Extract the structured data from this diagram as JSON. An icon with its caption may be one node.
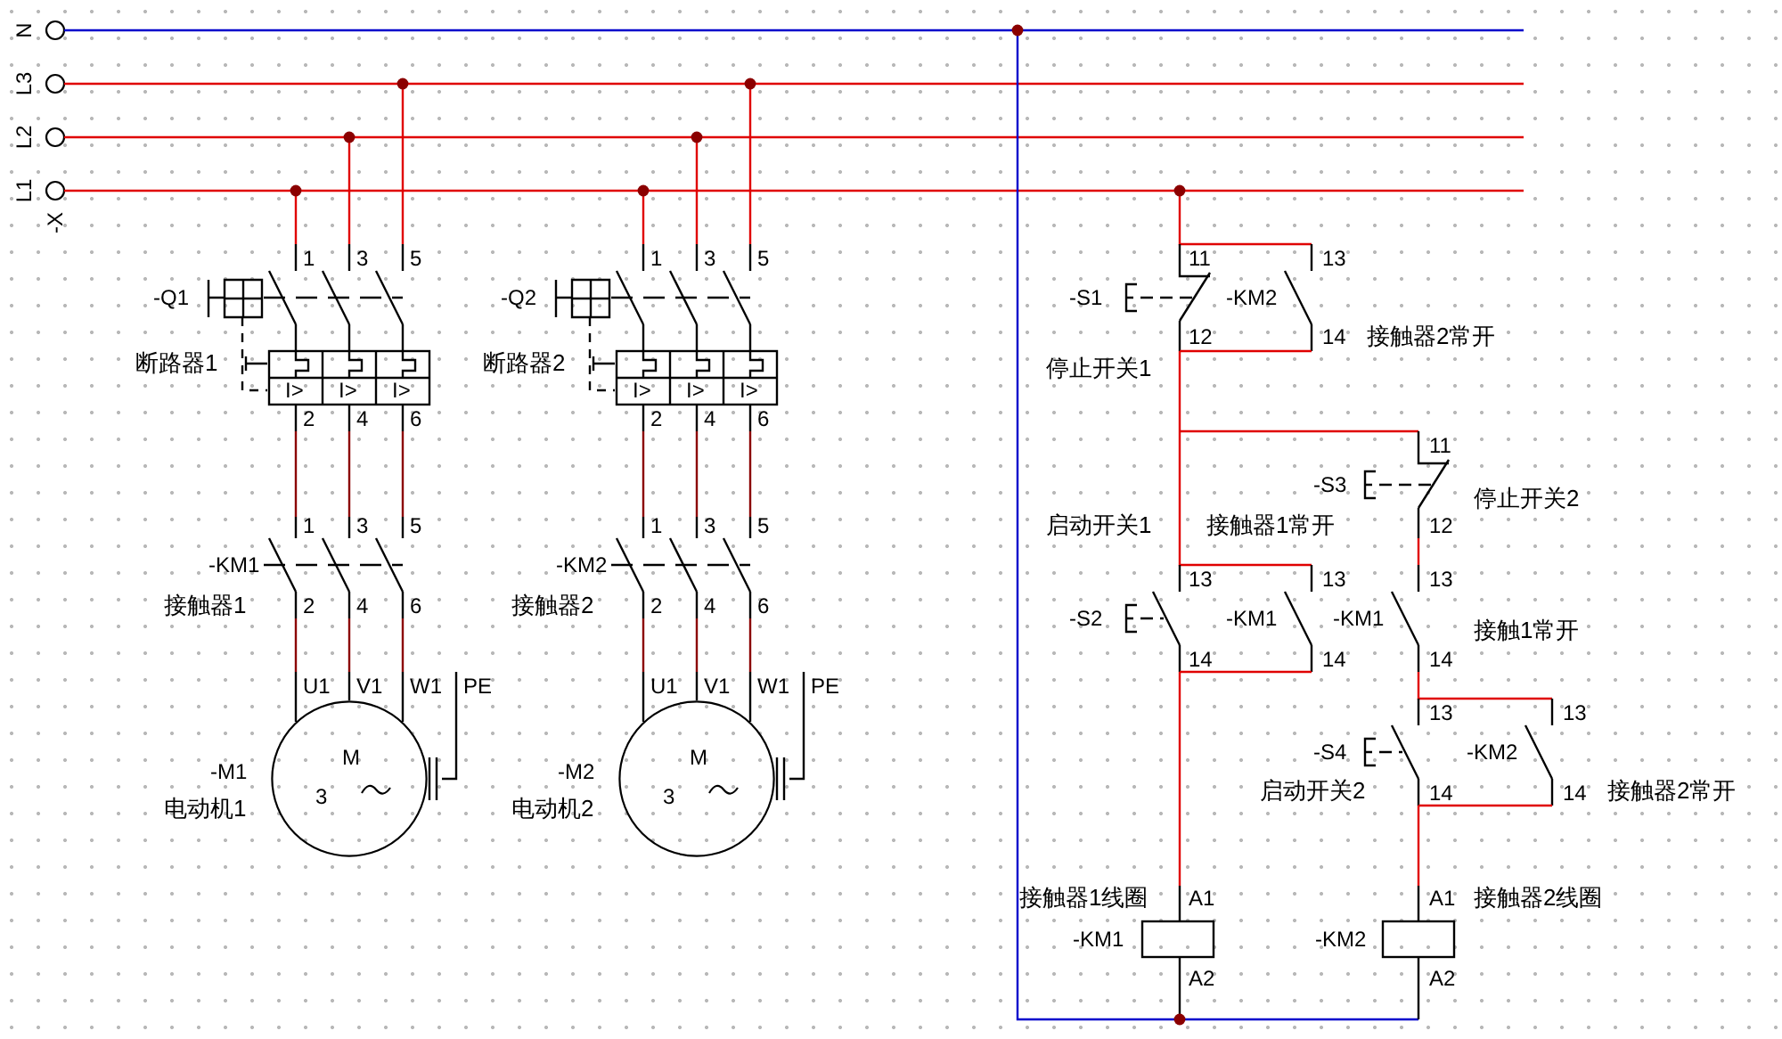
{
  "diagram": {
    "nodes": [
      {
        "text": [
          "M",
          "3"
        ],
        "beside": [
          "-M1",
          "电动机1"
        ]
      },
      {
        "text": [
          "M",
          "3"
        ],
        "beside": [
          "-M2",
          "电动机2"
        ]
      }
    ],
    "labels": [
      "N",
      "L3",
      "L2",
      "L1",
      "-X",
      "1",
      "3",
      "5",
      "-Q1",
      "断路器1",
      "I>",
      "I>",
      "I>",
      "2",
      "4",
      "6",
      "1",
      "3",
      "5",
      "-KM1",
      "接触器1",
      "2",
      "4",
      "6",
      "U1",
      "V1",
      "W1",
      "PE",
      "1",
      "3",
      "5",
      "-Q2",
      "断路器2",
      "I>",
      "I>",
      "I>",
      "2",
      "4",
      "6",
      "1",
      "3",
      "5",
      "-KM2",
      "接触器2",
      "2",
      "4",
      "6",
      "U1",
      "V1",
      "W1",
      "PE",
      "11",
      "13",
      "-S1",
      "-KM2",
      "12",
      "14",
      "接触器2常开",
      "停止开关1",
      "11",
      "-S3",
      "停止开关2",
      "启动开关1",
      "接触器1常开",
      "12",
      "13",
      "13",
      "13",
      "-S2",
      "-KM1",
      "-KM1",
      "接触1常开",
      "14",
      "14",
      "14",
      "13",
      "13",
      "-S4",
      "-KM2",
      "启动开关2",
      "14",
      "14",
      "接触器2常开",
      "接触器1线圈",
      "A1",
      "A1",
      "接触器2线圈",
      "-KM1",
      "-KM2",
      "A2",
      "A2"
    ]
  }
}
